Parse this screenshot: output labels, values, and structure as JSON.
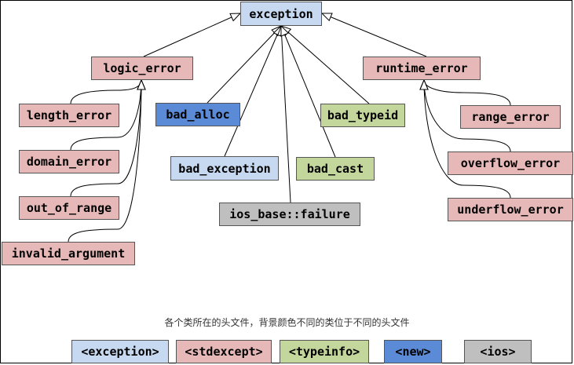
{
  "colors": {
    "exception_header": "#c6d9f0",
    "stdexcept_header": "#e6b8b7",
    "typeinfo_header": "#c3d69b",
    "new_header": "#5b8ad6",
    "ios_header": "#bfbfbf"
  },
  "classes": {
    "exception": "exception",
    "logic_error": "logic_error",
    "runtime_error": "runtime_error",
    "length_error": "length_error",
    "domain_error": "domain_error",
    "out_of_range": "out_of_range",
    "invalid_argument": "invalid_argument",
    "bad_alloc": "bad_alloc",
    "bad_exception": "bad_exception",
    "ios_base_failure": "ios_base::failure",
    "bad_typeid": "bad_typeid",
    "bad_cast": "bad_cast",
    "range_error": "range_error",
    "overflow_error": "overflow_error",
    "underflow_error": "underflow_error"
  },
  "caption": "各个类所在的头文件，背景颜色不同的类位于不同的头文件",
  "legend": {
    "exception": "<exception>",
    "stdexcept": "<stdexcept>",
    "typeinfo": "<typeinfo>",
    "new": "<new>",
    "ios": "<ios>"
  }
}
